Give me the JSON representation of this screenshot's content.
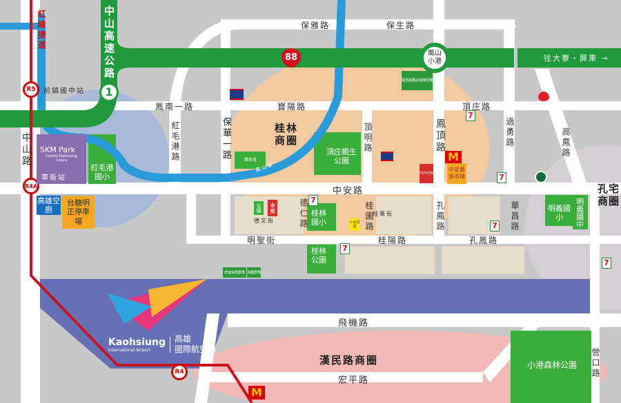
{
  "roads": {
    "zhongshan_highway": "中山高速公路",
    "zhongshan_rd": "中山路",
    "baoya": "保雅路",
    "baosheng": "保生路",
    "fengnan1": "鳳南一路",
    "baoyang": "寶陽路",
    "hongmaogang": "紅毛港路",
    "baohua1": "保華一路",
    "dingming": "頂明路",
    "fengding": "鳳頂路",
    "dingzhuang": "頂庄路",
    "guoyong": "過勇路",
    "gaofeng": "高鳳路",
    "zhongan": "中安路",
    "deren": "德仁路",
    "guiyuan": "桂園路",
    "kongfeng_v": "孔鳳路",
    "kongfeng_h": "孔鳳路",
    "huachang": "華昌路",
    "guiyang": "桂陽路",
    "mingsheng": "明聖街",
    "feiji": "飛機路",
    "hongping": "宏平路",
    "yingkou": "營口路",
    "dewen": "德文街",
    "guihua": "桂華街"
  },
  "highway": {
    "num88": "88",
    "num1": "1",
    "interchange_top": "鳳山",
    "interchange_bottom": "小港",
    "direction": "往大寮・屏東 →"
  },
  "metro": {
    "line": "紅線捷運",
    "r5": "R5",
    "r5_name": "前鎮國中站",
    "r4a": "R4A",
    "r4a_name": "草衙站",
    "r4": "R4"
  },
  "areas": {
    "guilin_biz": "桂林商圈",
    "kongzhai_biz": "孔宅商圈",
    "hanmin_biz": "漢民路商圈",
    "skm": "SKM Park",
    "skm_sub": "Outlets Kaohsiung Caoya",
    "dingzhuang_park": "頂庄親生公園",
    "hongmaogang_school": "紅毛港國小",
    "guilin_school": "桂林國小",
    "guilin_park": "桂林公園",
    "mingyi_school": "明義國小",
    "mingyi_jh": "明義國中",
    "xiaogang_park": "小港森林公園",
    "kaohsiung_arena": "高雄空廚",
    "taitang_parking": "台糖明正停車場",
    "zhongan_market": "中安黃昏市場",
    "this_case": "本案",
    "park_small": "公園",
    "xiaobei": "小北百貨",
    "fengshan_river": "鳳山溪",
    "detention": "滯洪池",
    "farm1": "老爸休閒農場",
    "farm2": "淨園農場",
    "toyota": "TOYOTA",
    "school_hall": "鳳頂高爾夫球練習場"
  },
  "airport": {
    "en": "Kaohsiung",
    "en_sub": "International Airport",
    "zh1": "高雄",
    "zh2": "國際航空站"
  },
  "brands": {
    "seven": "7",
    "mcd": "M"
  },
  "colors": {
    "highway": "#1f9a3c",
    "park": "#3aae3a",
    "metro": "#c8141e",
    "airport": "#6570b5",
    "business": "#f2c9a0",
    "river": "#2a9ad8"
  }
}
